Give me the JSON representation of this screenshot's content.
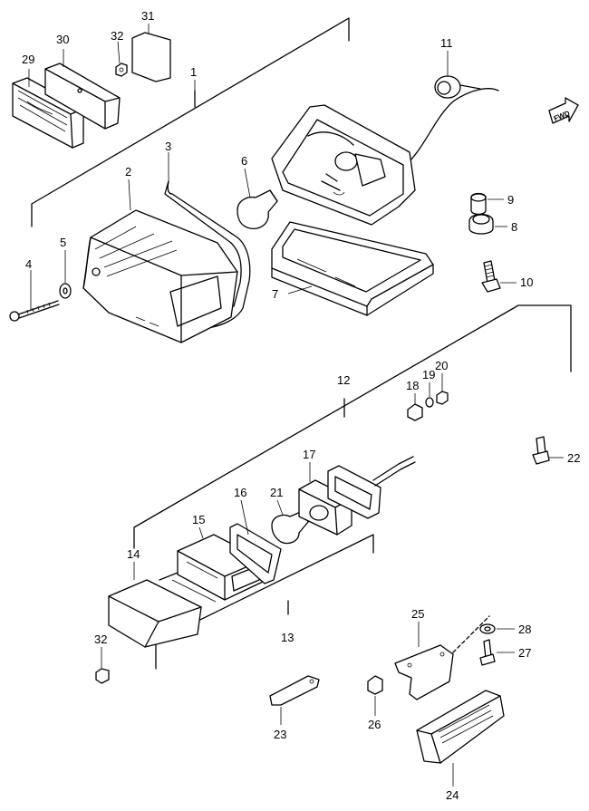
{
  "diagram": {
    "direction_label": "FWD",
    "callouts": [
      "1",
      "2",
      "3",
      "4",
      "5",
      "6",
      "7",
      "8",
      "9",
      "10",
      "11",
      "12",
      "13",
      "14",
      "15",
      "16",
      "17",
      "18",
      "19",
      "20",
      "21",
      "22",
      "23",
      "24",
      "25",
      "26",
      "27",
      "28",
      "29",
      "30",
      "31",
      "32",
      "32"
    ]
  }
}
